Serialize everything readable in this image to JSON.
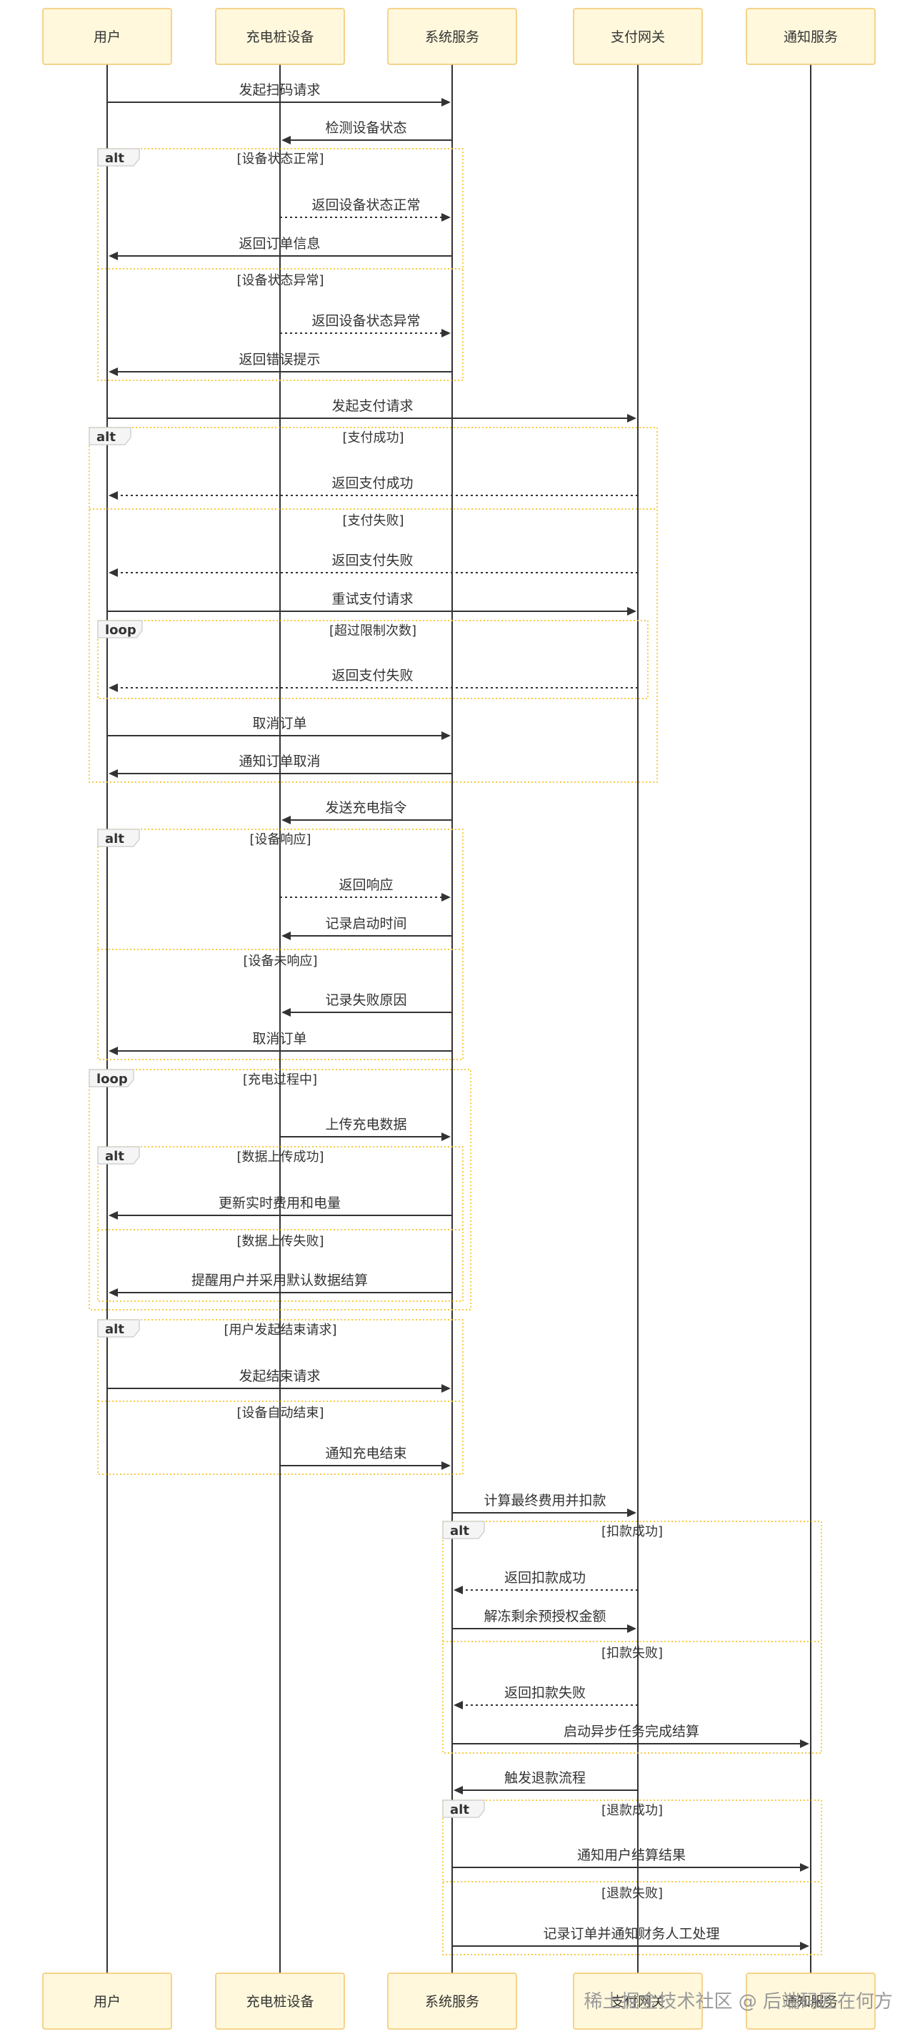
{
  "participants": [
    {
      "id": "user",
      "label": "用户"
    },
    {
      "id": "pile",
      "label": "充电桩设备"
    },
    {
      "id": "sys",
      "label": "系统服务"
    },
    {
      "id": "pay",
      "label": "支付网关"
    },
    {
      "id": "notify",
      "label": "通知服务"
    }
  ],
  "messages": [
    {
      "from": "user",
      "to": "sys",
      "text": "发起扫码请求",
      "style": "solid"
    },
    {
      "from": "sys",
      "to": "pile",
      "text": "检测设备状态",
      "style": "solid"
    },
    {
      "from": "pile",
      "to": "sys",
      "text": "返回设备状态正常",
      "style": "dotted"
    },
    {
      "from": "sys",
      "to": "user",
      "text": "返回订单信息",
      "style": "solid"
    },
    {
      "from": "pile",
      "to": "sys",
      "text": "返回设备状态异常",
      "style": "dotted"
    },
    {
      "from": "sys",
      "to": "user",
      "text": "返回错误提示",
      "style": "solid"
    },
    {
      "from": "user",
      "to": "pay",
      "text": "发起支付请求",
      "style": "solid"
    },
    {
      "from": "pay",
      "to": "user",
      "text": "返回支付成功",
      "style": "dotted"
    },
    {
      "from": "pay",
      "to": "user",
      "text": "返回支付失败",
      "style": "dotted"
    },
    {
      "from": "user",
      "to": "pay",
      "text": "重试支付请求",
      "style": "solid"
    },
    {
      "from": "pay",
      "to": "user",
      "text": "返回支付失败",
      "style": "dotted"
    },
    {
      "from": "user",
      "to": "sys",
      "text": "取消订单",
      "style": "solid"
    },
    {
      "from": "sys",
      "to": "user",
      "text": "通知订单取消",
      "style": "solid"
    },
    {
      "from": "sys",
      "to": "pile",
      "text": "发送充电指令",
      "style": "solid"
    },
    {
      "from": "pile",
      "to": "sys",
      "text": "返回响应",
      "style": "dotted"
    },
    {
      "from": "sys",
      "to": "pile",
      "text": "记录启动时间",
      "style": "solid"
    },
    {
      "from": "sys",
      "to": "pile",
      "text": "记录失败原因",
      "style": "solid"
    },
    {
      "from": "sys",
      "to": "user",
      "text": "取消订单",
      "style": "solid"
    },
    {
      "from": "pile",
      "to": "sys",
      "text": "上传充电数据",
      "style": "solid"
    },
    {
      "from": "sys",
      "to": "user",
      "text": "更新实时费用和电量",
      "style": "solid"
    },
    {
      "from": "sys",
      "to": "user",
      "text": "提醒用户并采用默认数据结算",
      "style": "solid"
    },
    {
      "from": "user",
      "to": "sys",
      "text": "发起结束请求",
      "style": "solid"
    },
    {
      "from": "pile",
      "to": "sys",
      "text": "通知充电结束",
      "style": "solid"
    },
    {
      "from": "sys",
      "to": "pay",
      "text": "计算最终费用并扣款",
      "style": "solid"
    },
    {
      "from": "pay",
      "to": "sys",
      "text": "返回扣款成功",
      "style": "dotted"
    },
    {
      "from": "sys",
      "to": "pay",
      "text": "解冻剩余预授权金额",
      "style": "solid"
    },
    {
      "from": "pay",
      "to": "sys",
      "text": "返回扣款失败",
      "style": "dotted"
    },
    {
      "from": "sys",
      "to": "notify",
      "text": "启动异步任务完成结算",
      "style": "solid"
    },
    {
      "from": "pay",
      "to": "sys",
      "text": "触发退款流程",
      "style": "solid"
    },
    {
      "from": "sys",
      "to": "notify",
      "text": "通知用户结算结果",
      "style": "solid"
    },
    {
      "from": "sys",
      "to": "notify",
      "text": "记录订单并通知财务人工处理",
      "style": "solid"
    }
  ],
  "frames": [
    {
      "kind": "alt",
      "sections": [
        "[设备状态正常]",
        "[设备状态异常]"
      ]
    },
    {
      "kind": "alt",
      "sections": [
        "[支付成功]",
        "[支付失败]"
      ]
    },
    {
      "kind": "loop",
      "sections": [
        "[超过限制次数]"
      ]
    },
    {
      "kind": "alt",
      "sections": [
        "[设备响应]",
        "[设备未响应]"
      ]
    },
    {
      "kind": "loop",
      "sections": [
        "[充电过程中]"
      ]
    },
    {
      "kind": "alt",
      "sections": [
        "[数据上传成功]",
        "[数据上传失败]"
      ]
    },
    {
      "kind": "alt",
      "sections": [
        "[用户发起结束请求]",
        "[设备自动结束]"
      ]
    },
    {
      "kind": "alt",
      "sections": [
        "[扣款成功]",
        "[扣款失败]"
      ]
    },
    {
      "kind": "alt",
      "sections": [
        "[退款成功]",
        "[退款失败]"
      ]
    }
  ],
  "watermark": "稀土掘金技术社区 @ 后端码匠在何方"
}
